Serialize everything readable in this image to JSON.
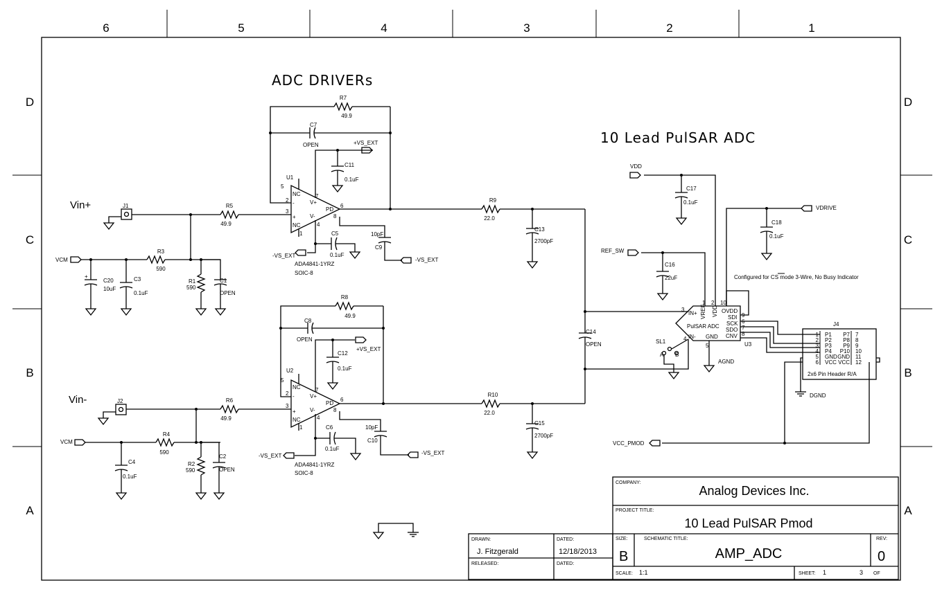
{
  "border": {
    "cols": [
      "6",
      "5",
      "4",
      "3",
      "2",
      "1"
    ],
    "rows": [
      "D",
      "C",
      "B",
      "A"
    ]
  },
  "titles": {
    "adc_drivers": "ADC DRIVERs",
    "pulsar_adc": "10 Lead PulSAR ADC"
  },
  "labels": {
    "vin_plus": "Vin+",
    "vin_minus": "Vin-",
    "vcm": "VCM",
    "vs_ext_pos": "+VS_EXT",
    "vs_ext_neg": "-VS_EXT",
    "vdd": "VDD",
    "vdrive": "VDRIVE",
    "ref_sw": "REF_SW",
    "vcc_pmod": "VCC_PMOD",
    "agnd": "AGND",
    "dgnd": "DGND",
    "config_note": "Configured for CS mode 3-Wire, No Busy Indicator",
    "config_cs": "CS"
  },
  "parts": {
    "j1": "J1",
    "j2": "J2",
    "r1": "R1",
    "r1v": "590",
    "r2": "R2",
    "r2v": "590",
    "r3": "R3",
    "r3v": "590",
    "r4": "R4",
    "r4v": "590",
    "r5": "R5",
    "r5v": "49.9",
    "r6": "R6",
    "r6v": "49.9",
    "r7": "R7",
    "r7v": "49.9",
    "r8": "R8",
    "r8v": "49.9",
    "r9": "R9",
    "r9v": "22.0",
    "r10": "R10",
    "r10v": "22.0",
    "c1": "C1",
    "c1v": "OPEN",
    "c2": "C2",
    "c2v": "OPEN",
    "c3": "C3",
    "c3v": "0.1uF",
    "c4": "C4",
    "c4v": "0.1uF",
    "c5": "C5",
    "c5v": "0.1uF",
    "c6": "C6",
    "c6v": "0.1uF",
    "c7": "C7",
    "c7v": "OPEN",
    "c8": "C8",
    "c8v": "OPEN",
    "c9": "C9",
    "c9v": "10pF",
    "c10": "C10",
    "c10v": "10pF",
    "c11": "C11",
    "c11v": "0.1uF",
    "c12": "C12",
    "c12v": "0.1uF",
    "c13": "C13",
    "c13v": "2700pF",
    "c14": "C14",
    "c14v": "OPEN",
    "c15": "C15",
    "c15v": "2700pF",
    "c16": "C16",
    "c16v": "22uF",
    "c17": "C17",
    "c17v": "0.1uF",
    "c18": "C18",
    "c18v": "0.1uF",
    "c20": "C20",
    "c20v": "10uF",
    "u1": "U1",
    "u2": "U2",
    "u3": "U3",
    "opamp_part": "ADA4841-1YRZ",
    "opamp_pkg": "SOIC-8",
    "sl1": "SL1",
    "j4": "J4",
    "j4_desc": "2x6 Pin Header R/A"
  },
  "opamp_pins": {
    "nc": "NC",
    "vp": "V+",
    "vm": "V-",
    "pd": "PD",
    "plus": "+",
    "minus": "-",
    "p1": "1",
    "p2": "2",
    "p3": "3",
    "p4": "4",
    "p5": "5",
    "p6": "6",
    "p7": "7",
    "p8": "8"
  },
  "adc_pins": {
    "in_p": "IN+",
    "in_m": "IN-",
    "vref": "VREF",
    "vdd": "VDD",
    "ovdd": "OVDD",
    "sdi": "SDI",
    "sck": "SCK",
    "sdo": "SDO",
    "cnv": "CNV",
    "gnd": "GND",
    "name": "PulSAR ADC",
    "n1": "1",
    "n2": "2",
    "n3": "3",
    "n4": "4",
    "n5": "5",
    "n6": "6",
    "n7": "7",
    "n8": "8",
    "n9": "9",
    "n10": "10"
  },
  "header_pins": {
    "left": [
      "P1",
      "P2",
      "P3",
      "P4",
      "GND",
      "VCC"
    ],
    "left_nums": [
      "1",
      "2",
      "3",
      "4",
      "5",
      "6"
    ],
    "right": [
      "P7",
      "P8",
      "P9",
      "P10",
      "GND",
      "VCC"
    ],
    "right_nums": [
      "7",
      "8",
      "9",
      "10",
      "11",
      "12"
    ]
  },
  "sl1_pins": {
    "a": "A",
    "b": "B"
  },
  "title_block": {
    "company_label": "COMPANY:",
    "company": "Analog Devices Inc.",
    "project_label": "PROJECT TITLE:",
    "project": "10 Lead PulSAR Pmod",
    "drawn_label": "DRAWN:",
    "drawn": "J. Fitzgerald",
    "dated_label": "DATED:",
    "dated": "12/18/2013",
    "released_label": "RELEASED:",
    "dated2_label": "DATED:",
    "size_label": "SIZE:",
    "size": "B",
    "schem_label": "SCHEMATIC TITLE:",
    "schem": "AMP_ADC",
    "rev_label": "REV:",
    "rev": "0",
    "scale_label": "SCALE:",
    "scale": "1:1",
    "sheet_label": "SHEET:",
    "sheet": "1",
    "of_num": "3",
    "of_label": "OF"
  }
}
